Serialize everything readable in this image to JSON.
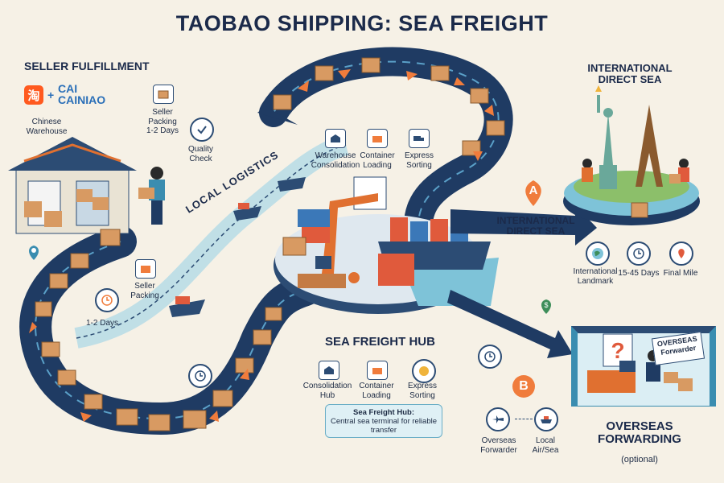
{
  "title": "TAOBAO SHIPPING: SEA FREIGHT",
  "seller": {
    "heading": "SELLER FULFILLMENT",
    "taobao_glyph": "淘",
    "brand_line1": "CAI",
    "brand_line2": "CAINIAO",
    "warehouse_label": "Chinese\nWarehouse",
    "packing_top": "Seller\nPacking\n1-2 Days",
    "quality_check": "Quality\nCheck",
    "packing_lower": "Seller\nPacking",
    "days": "1-2 Days"
  },
  "local_logistics": "LOCAL LOGISTICS",
  "top_loop": {
    "warehouse_consolidation": "Warehouse\nConsolidation",
    "container_loading": "Container\nLoading",
    "express_sorting": "Express\nSorting"
  },
  "international": {
    "heading": "INTERNATIONAL\nDIRECT SEA",
    "arrow_label": "INTERNATIONAL\nDIRECT SEA",
    "marker": "A",
    "landmark": "International\nLandmark",
    "days": "15-45 Days",
    "final_mile": "Final Mile"
  },
  "hub": {
    "heading": "SEA FREIGHT HUB",
    "consolidation": "Consolidation\nHub",
    "container_loading": "Container\nLoading",
    "express_sorting": "Express\nSorting",
    "note_title": "Sea Freight Hub:",
    "note_body": "Central sea terminal for reliable transfer"
  },
  "overseas": {
    "marker": "B",
    "sign": "OVERSEAS\nForwarder",
    "forwarder": "Overseas\nForwarder",
    "local_air_sea": "Local\nAir/Sea",
    "heading": "OVERSEAS\nFORWARDING",
    "optional": "(optional)"
  },
  "colors": {
    "road": "#1f3b63",
    "accent": "#f07c3c",
    "water": "#7ec3d8",
    "background": "#f6f1e6"
  }
}
